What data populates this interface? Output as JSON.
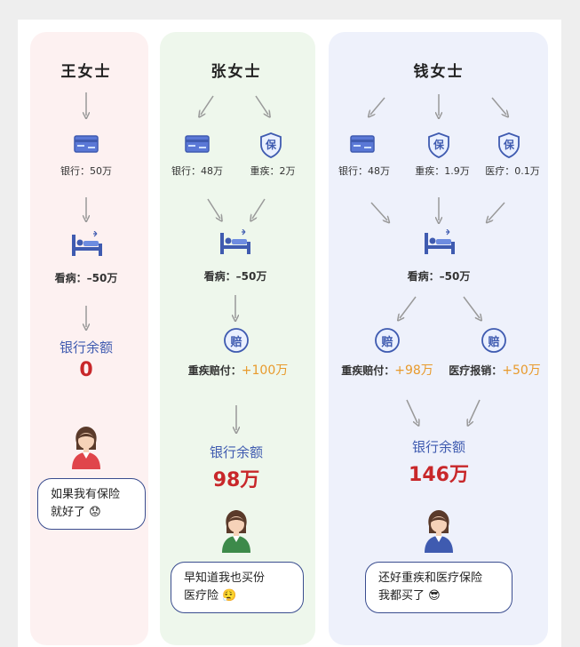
{
  "colors": {
    "wang_bg": "#fdf1f1",
    "zhang_bg": "#eef7ec",
    "qian_bg": "#eef1fb",
    "icon_blue": "#3f5bb0",
    "balance_red": "#c8272a",
    "payout_orange": "#e89a2c"
  },
  "wang": {
    "name": "王女士",
    "bank": "银行：50万",
    "medical": "看病：–50万",
    "balance_title": "银行余额",
    "balance_value": "0",
    "bubble_line1": "如果我有保险",
    "bubble_line2": "就好了",
    "bubble_emoji": "😟"
  },
  "zhang": {
    "name": "张女士",
    "bank": "银行：48万",
    "critical": "重疾：2万",
    "insurance_icon_char": "保",
    "medical": "看病：–50万",
    "payout_icon_char": "赔",
    "payout_label": "重疾赔付：",
    "payout_value": "+100万",
    "balance_title": "银行余额",
    "balance_value": "98万",
    "bubble_line1": "早知道我也买份",
    "bubble_line2": "医疗险",
    "bubble_emoji": "😮‍💨"
  },
  "qian": {
    "name": "钱女士",
    "bank": "银行：48万",
    "critical": "重疾：1.9万",
    "medical_ins": "医疗：0.1万",
    "insurance_icon_char": "保",
    "medical": "看病：–50万",
    "payout_icon_char": "赔",
    "payout1_label": "重疾赔付：",
    "payout1_value": "+98万",
    "payout2_label": "医疗报销：",
    "payout2_value": "+50万",
    "balance_title": "银行余额",
    "balance_value": "146万",
    "bubble_line1": "还好重疾和医疗保险",
    "bubble_line2": "我都买了",
    "bubble_emoji": "😎"
  }
}
